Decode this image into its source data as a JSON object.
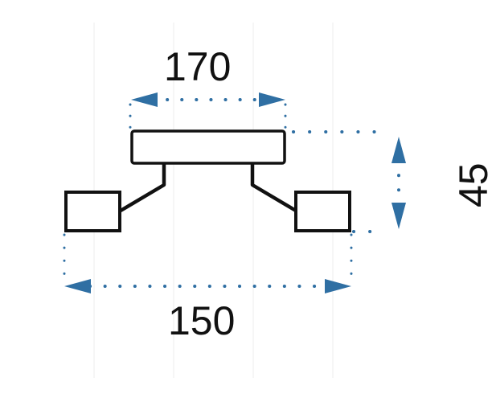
{
  "dimensions": {
    "top_width": "170",
    "bottom_width": "150",
    "height": "45"
  },
  "colors": {
    "arrow": "#2f6fa3",
    "dots": "#2f6fa3",
    "outline": "#111111"
  }
}
